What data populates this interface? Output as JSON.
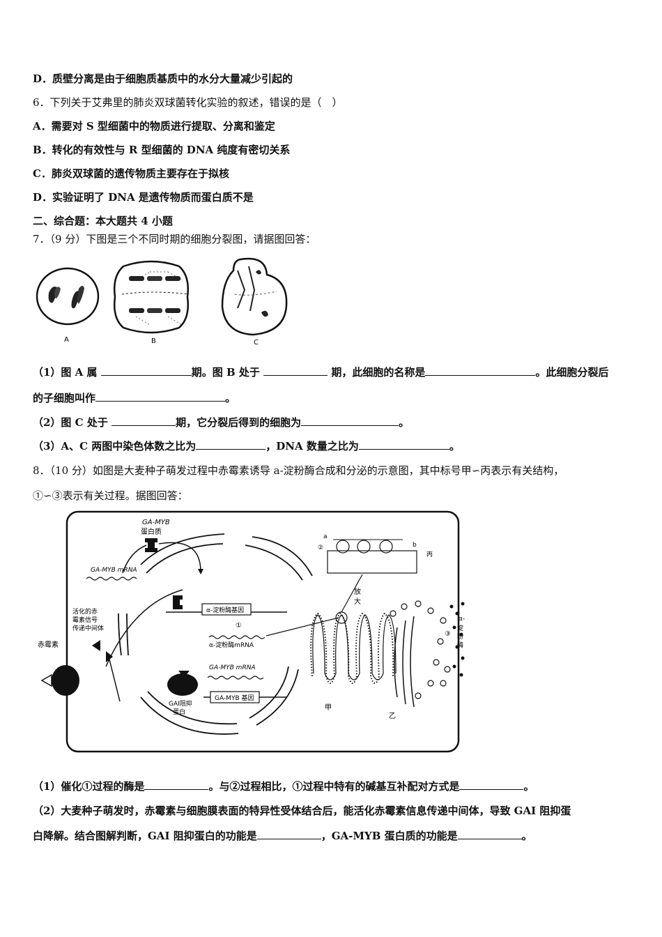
{
  "q5": {
    "optD": "D．质壁分离是由于细胞质基质中的水分大量减少引起的"
  },
  "q6": {
    "stem": "6．下列关于艾弗里的肺炎双球菌转化实验的叙述，错误的是（　）",
    "optA": "A．需要对 S 型细菌中的物质进行提取、分离和鉴定",
    "optB": "B．转化的有效性与 R 型细菌的 DNA 纯度有密切关系",
    "optC": "C．肺炎双球菌的遗传物质主要存在于拟核",
    "optD": "D．实验证明了 DNA 是遗传物质而蛋白质不是"
  },
  "section2": "二、综合题：本大题共 4 小题",
  "q7": {
    "stem": "7．（9 分）下图是三个不同时期的细胞分裂图，请据图回答：",
    "fig_labels": [
      "A",
      "B",
      "C"
    ],
    "p1a": "（1）图 A 属",
    "p1b": "期。图 B 处于",
    "p1c": "期，此细胞的名称是",
    "p1d": "。此细胞分裂后",
    "p1e": "的子细胞叫作",
    "p1f": "。",
    "p2a": "（2）图 C 处于",
    "p2b": "期，它分裂后得到的细胞为",
    "p2c": "。",
    "p3a": "（3）A、C 两图中染色体数之比为",
    "p3b": "，DNA 数量之比为",
    "p3c": "。"
  },
  "q8": {
    "stem1": "8．（10 分）如图是大麦种子萌发过程中赤霉素诱导 a-淀粉酶合成和分泌的示意图，其中标号甲∽丙表示有关结构，",
    "stem2": "①∽③表示有关过程。据图回答：",
    "figure": {
      "ga_myb_protein_1": "GA-MYB",
      "ga_myb_protein_2": "蛋白质",
      "ga_myb_mrna_top": "GA-MYB mRNA",
      "activated_1": "活化的赤",
      "activated_2": "霉素信号",
      "activated_3": "传递中间体",
      "gibberellin": "赤霉素",
      "amylase_gene": "α-淀粉酶基因",
      "circle1": "①",
      "amylase_mrna": "α-淀粉酶mRNA",
      "ga_myb_mrna_mid": "GA-MYB mRNA",
      "ga_myb_gene": "GA-MYB 基因",
      "gai_1": "GAI阻抑",
      "gai_2": "蛋白",
      "enlarge_1": "放",
      "enlarge_2": "大",
      "label_a": "a",
      "label_b": "b",
      "circle2": "②",
      "bing": "丙",
      "jia": "甲",
      "yi": "乙",
      "circle3": "③",
      "alpha": "α-",
      "dian": "淀",
      "fen": "粉",
      "mei": "酶"
    },
    "p1a": "（1）催化①过程的酶是",
    "p1b": "。与②过程相比，①过程中特有的碱基互补配对方式是",
    "p1c": "。",
    "p2a": "（2）大麦种子萌发时，赤霉素与细胞膜表面的特异性受体结合后，能活化赤霉素信息传递中间体，导致 GAI 阻抑蛋",
    "p2b": "白降解。结合图解判断，GAI 阻抑蛋白的功能是",
    "p2c": "，GA-MYB 蛋白质的功能是",
    "p2d": "。"
  }
}
